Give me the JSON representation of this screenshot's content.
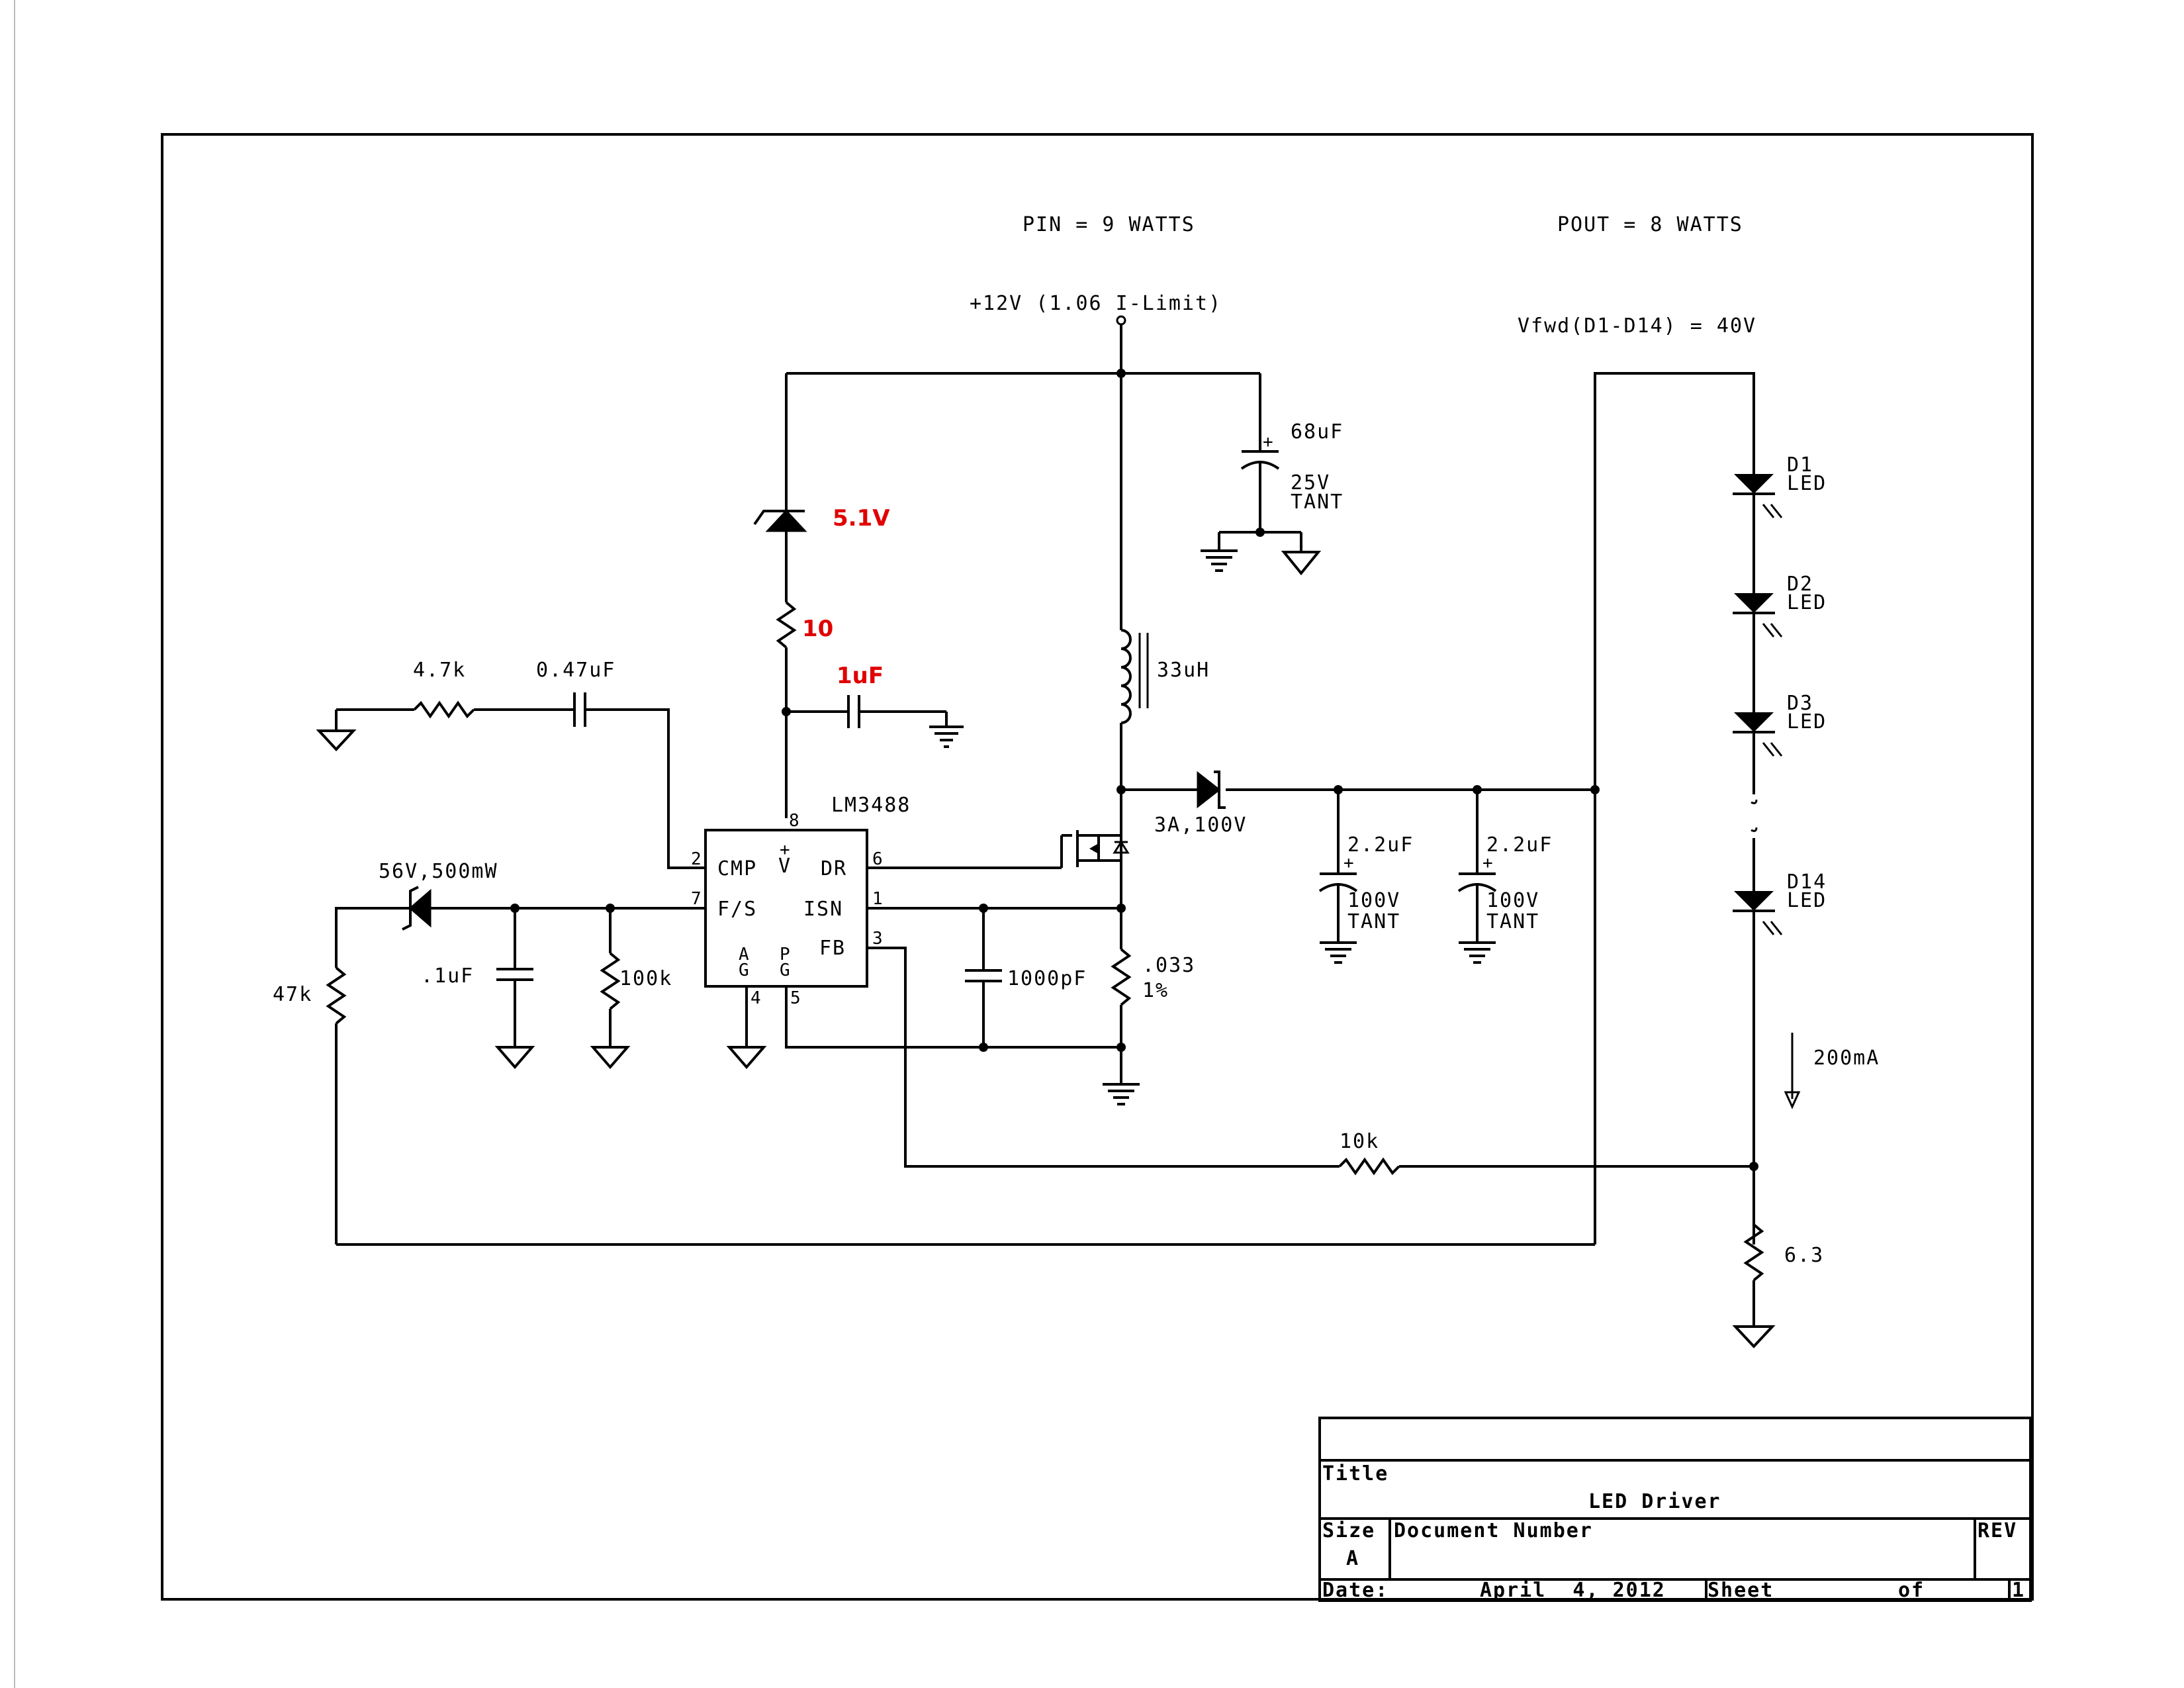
{
  "annotations": {
    "pin_power": "PIN = 9 WATTS",
    "pout_power": "POUT = 8 WATTS",
    "supply": "+12V (1.06 I-Limit)",
    "vfwd": "Vfwd(D1-D14) = 40V",
    "current": "200mA"
  },
  "components": {
    "input_cap_value": "68uF",
    "input_cap_rating": "25V",
    "input_cap_type": "TANT",
    "zener_value": "5.1V",
    "series_resistor": "10",
    "bypass_cap": "1uF",
    "inductor": "33uH",
    "diode": "3A,100V",
    "out_cap1_value": "2.2uF",
    "out_cap1_rating": "100V",
    "out_cap1_type": "TANT",
    "out_cap2_value": "2.2uF",
    "out_cap2_rating": "100V",
    "out_cap2_type": "TANT",
    "comp_resistor": "4.7k",
    "comp_cap": "0.47uF",
    "ovp_zener": "56V,500mW",
    "fs_cap": ".1uF",
    "fs_resistor": "100k",
    "ovp_resistor": "47k",
    "isn_cap": "1000pF",
    "sense_resistor": ".033",
    "sense_tolerance": "1%",
    "fb_resistor": "10k",
    "led_sense_resistor": "6.3",
    "ic_name": "LM3488"
  },
  "ic_pins": {
    "cmp": "CMP",
    "fs": "F/S",
    "dr": "DR",
    "isn": "ISN",
    "fb": "FB",
    "vplus": "+",
    "vplus_v": "V",
    "ag_a": "A",
    "ag_g": "G",
    "pg_p": "P",
    "pg_g": "G",
    "pin1": "1",
    "pin2": "2",
    "pin3": "3",
    "pin4": "4",
    "pin5": "5",
    "pin6": "6",
    "pin7": "7",
    "pin8": "8"
  },
  "leds": [
    {
      "ref": "D1",
      "type": "LED"
    },
    {
      "ref": "D2",
      "type": "LED"
    },
    {
      "ref": "D3",
      "type": "LED"
    },
    {
      "ref": "D14",
      "type": "LED"
    }
  ],
  "title_block": {
    "title_label": "Title",
    "title": "LED Driver",
    "size_label": "Size",
    "size": "A",
    "document_label": "Document Number",
    "rev_label": "REV",
    "date_label": "Date:",
    "date": "April  4, 2012",
    "sheet_label": "Sheet",
    "of_label": "of",
    "sheet_total": "1"
  },
  "colors": {
    "ink": "#000000",
    "highlight": "#e00000",
    "paper": "#ffffff"
  }
}
